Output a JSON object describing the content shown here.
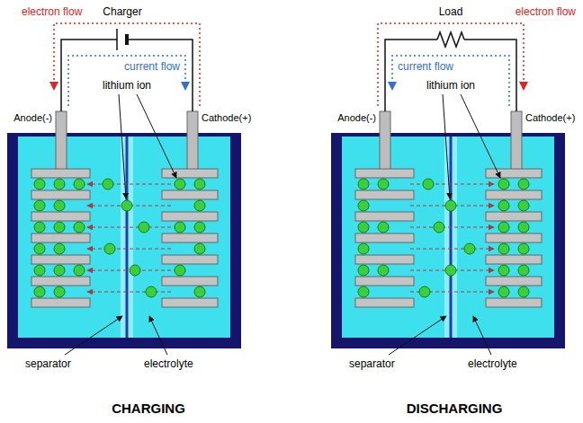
{
  "diagram": {
    "labels": [
      "Charger",
      "electron flow",
      "current flow",
      "Anode(-)",
      "lithium ion",
      "Cathode(+)",
      "separator",
      "electrolyte",
      "CHARGING",
      "Load",
      "electron flow",
      "current flow",
      "Anode(-)",
      "lithium ion",
      "Cathode(+)",
      "separator",
      "electrolyte",
      "DISCHARGING"
    ]
  }
}
